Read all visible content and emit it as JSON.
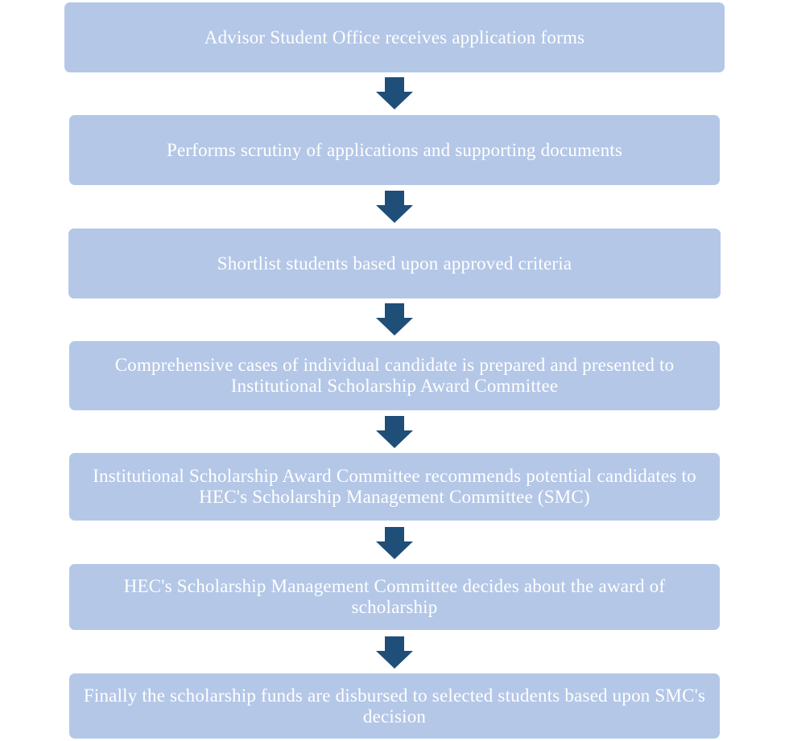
{
  "flowchart": {
    "colors": {
      "box_fill": "#b4c7e7",
      "box_text": "#ffffff",
      "arrow": "#1f4e79"
    },
    "steps": [
      {
        "label": "Advisor Student Office receives application forms"
      },
      {
        "label": "Performs scrutiny of applications and supporting documents"
      },
      {
        "label": "Shortlist students based upon approved criteria"
      },
      {
        "label": "Comprehensive cases of individual candidate is prepared and presented to Institutional Scholarship Award Committee"
      },
      {
        "label": "Institutional Scholarship Award Committee recommends potential candidates to HEC's Scholarship Management Committee (SMC)"
      },
      {
        "label": "HEC's Scholarship Management Committee decides about the award of scholarship"
      },
      {
        "label": "Finally the scholarship funds are disbursed to selected students based upon SMC's decision"
      }
    ],
    "connectors": [
      {
        "from": 1,
        "to": 2,
        "icon": "down-arrow-icon"
      },
      {
        "from": 2,
        "to": 3,
        "icon": "down-arrow-icon"
      },
      {
        "from": 3,
        "to": 4,
        "icon": "down-arrow-icon"
      },
      {
        "from": 4,
        "to": 5,
        "icon": "down-arrow-icon"
      },
      {
        "from": 5,
        "to": 6,
        "icon": "down-arrow-icon"
      },
      {
        "from": 6,
        "to": 7,
        "icon": "down-arrow-icon"
      }
    ]
  }
}
